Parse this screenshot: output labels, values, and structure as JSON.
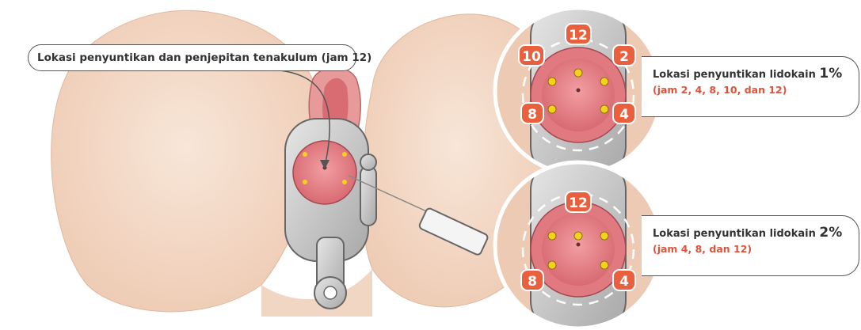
{
  "main_callout": {
    "label": "Lokasi penyuntikan dan penjepitan tenakulum (jam 12)"
  },
  "inset_1": {
    "label_prefix": "Lokasi penyuntikan lidokain ",
    "label_percent": "1%",
    "sites": "(jam 2, 4, 8, 10, dan 12)",
    "clock_labels": [
      "12",
      "2",
      "4",
      "8",
      "10"
    ]
  },
  "inset_2": {
    "label_prefix": "Lokasi penyuntikan lidokain ",
    "label_percent": "2%",
    "sites": "(jam 4, 8, dan 12)",
    "clock_labels": [
      "12",
      "4",
      "8"
    ]
  },
  "colors": {
    "clock_badge": "#e9603f",
    "site_label": "#e0533a",
    "injection_dot": "#f2d21b",
    "cervix": "#e07a80",
    "skin": "#f5dcc9",
    "metal": "#c9c9c9"
  }
}
